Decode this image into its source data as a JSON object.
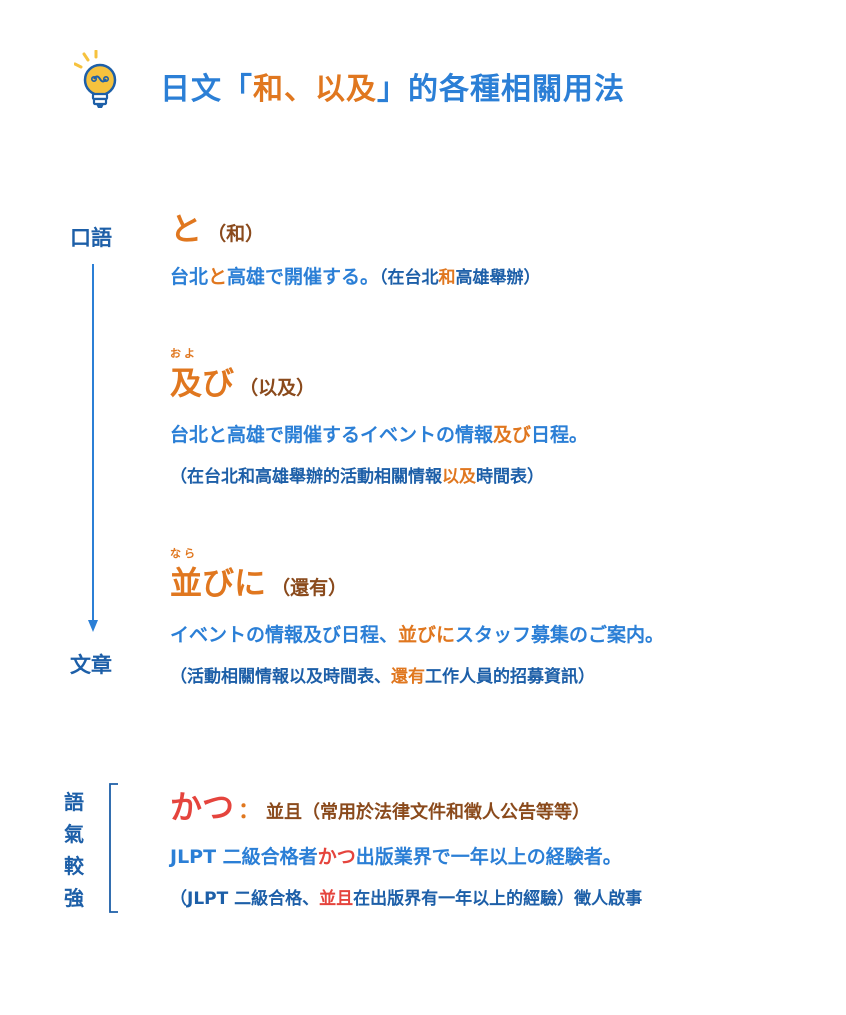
{
  "title": {
    "prefix": "日文「",
    "highlight": "和、以及",
    "suffix": "」的各種相關用法"
  },
  "axis": {
    "top_label": "口語",
    "bottom_label": "文章"
  },
  "items": [
    {
      "heading_jp": "と",
      "heading_zh": "（和）",
      "example_jp": [
        "台北",
        "と",
        "高雄で開催する。"
      ],
      "example_zh": [
        "（在台北",
        "和",
        "高雄舉辦）"
      ]
    },
    {
      "ruby": "およ",
      "heading_jp": "及び",
      "heading_zh": "（以及）",
      "example_jp": [
        "台北と高雄で開催するイベントの情報",
        "及び",
        "日程。"
      ],
      "example_zh": [
        "（在台北和高雄舉辦的活動相關情報",
        "以及",
        "時間表）"
      ]
    },
    {
      "ruby": "なら",
      "heading_jp": "並びに",
      "heading_zh": "（還有）",
      "example_jp": [
        "イベントの情報及び日程、",
        "並びに",
        "スタッフ募集のご案内。"
      ],
      "example_zh": [
        "（活動相關情報以及時間表、",
        "還有",
        "工作人員的招募資訊）"
      ]
    }
  ],
  "tone": {
    "label_chars": [
      "語",
      "氣",
      "較",
      "強"
    ],
    "heading_jp": "かつ",
    "colon": "：",
    "description": "並且（常用於法律文件和徵人公告等等）",
    "example_jp": [
      "JLPT 二級合格者",
      "かつ",
      "出版業界で一年以上の経験者。"
    ],
    "example_zh": [
      "（JLPT 二級合格、",
      "並且",
      "在出版界有一年以上的經驗）徵人啟事"
    ]
  },
  "colors": {
    "blue": "#2b7fd6",
    "navy": "#1d5fa8",
    "orange": "#e0771f",
    "red": "#e5443d",
    "brown": "#8a4a1c",
    "icon_yellow": "#f6c23e"
  },
  "icons": {
    "title": "lightbulb-icon"
  }
}
